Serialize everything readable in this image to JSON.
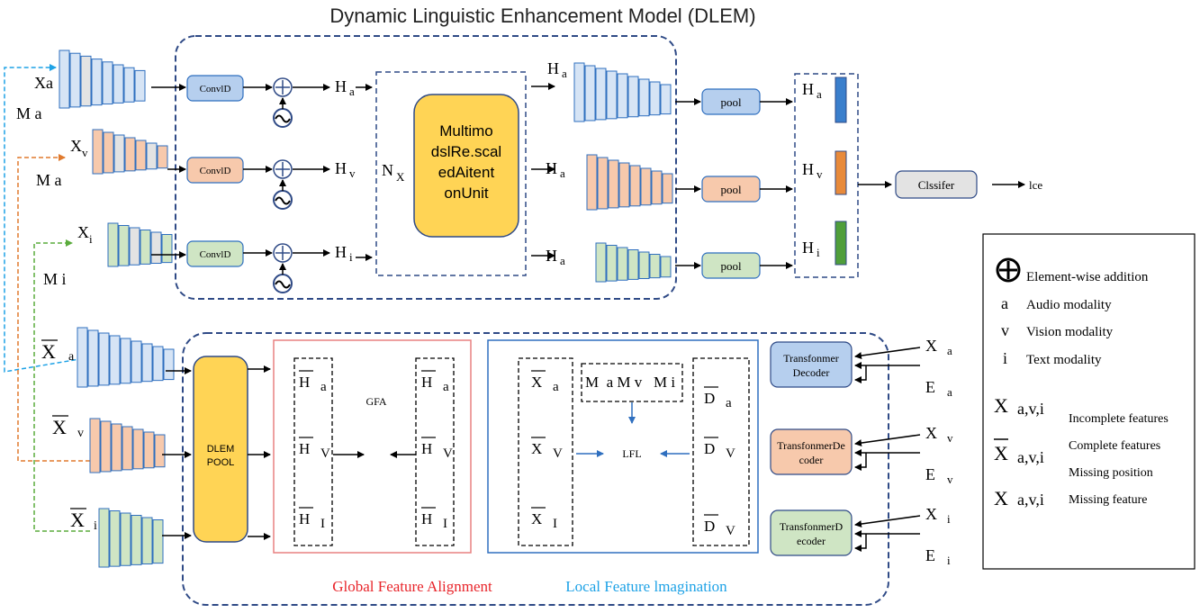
{
  "title": "Dynamic Linguistic Enhancement Model (DLEM)",
  "colors": {
    "blue_fill": "#d6e4f5",
    "blue_dark": "#b6cfee",
    "orange_fill": "#f7c9ac",
    "green_fill": "#cfe5c4",
    "gray_fill": "#e3e3e3",
    "yellow_fill": "#ffd455",
    "frame_blue": "#2f4a86",
    "edge_blue": "#2f6fbf",
    "cyan_line": "#1ea2e6",
    "orange_line": "#e07a2e",
    "green_line": "#5aab3c",
    "red_label": "#e8252b",
    "cyan_label": "#1ea2e6",
    "bar_blue": "#3a7fcc",
    "bar_orange": "#e88a3a",
    "bar_green": "#4f9e3a",
    "gfa_border": "#e88080",
    "lfl_border": "#2f6fbf"
  },
  "inputs": {
    "xa": "Xa",
    "ma_1": "M  a",
    "xv": "X",
    "xv_sub": "v",
    "ma_2": "M  a",
    "xi": "X",
    "xi_sub": "i",
    "mi": "M  i"
  },
  "conv_blocks": [
    "ConvlD",
    "ConvlD",
    "ConvlD"
  ],
  "h_after_conv": [
    {
      "main": "H",
      "sub": "a"
    },
    {
      "main": "H",
      "sub": "v"
    },
    {
      "main": "H",
      "sub": "i"
    }
  ],
  "nx": {
    "main": "N",
    "sub": "X"
  },
  "multimodal_unit": [
    "Multimo",
    "dslRe.scal",
    "edAitent",
    "onUnit"
  ],
  "h_after_unit": [
    {
      "main": "H",
      "sub": "a"
    },
    {
      "main": "H",
      "sub": "a"
    },
    {
      "main": "H",
      "sub": "a"
    }
  ],
  "pool_blocks": [
    "pool",
    "pool",
    "pool"
  ],
  "pooled_labels": [
    {
      "main": "H",
      "sub": "a"
    },
    {
      "main": "H",
      "sub": "v"
    },
    {
      "main": "H",
      "sub": "i"
    }
  ],
  "classifier": "Clssifer",
  "output": "lce",
  "legend": {
    "plus_label": "Element-wise addition",
    "a_sym": "a",
    "a_label": "Audio modality",
    "v_sym": "v",
    "v_label": "Vision modality",
    "i_sym": "i",
    "i_label": "Text modality",
    "x_sym": "X",
    "x_sub": "a,v,i",
    "x_label": "Incomplete features",
    "xbar_sym": "X",
    "xbar_sub": "a,v,i",
    "xbar_label": "Complete features",
    "missing_pos_label": "Missing position",
    "xmiss_sym": "X",
    "xmiss_sub": "a,v,i",
    "xmiss_label": "Missing feature"
  },
  "bottom_inputs": [
    {
      "main": "X",
      "sub": "a"
    },
    {
      "main": "X",
      "sub": "v"
    },
    {
      "main": "X",
      "sub": "i"
    }
  ],
  "dlem_pool": [
    "DLEM",
    "POOL"
  ],
  "gfa": {
    "label": "GFA",
    "left": [
      {
        "main": "H",
        "sub": "a"
      },
      {
        "main": "H",
        "sub": "V"
      },
      {
        "main": "H",
        "sub": "I"
      }
    ],
    "right": [
      {
        "main": "H",
        "sub": "a"
      },
      {
        "main": "H",
        "sub": "V"
      },
      {
        "main": "H",
        "sub": "I"
      }
    ],
    "caption": "Global Feature Alignment"
  },
  "lfl": {
    "label": "LFL",
    "left": [
      {
        "main": "X",
        "sub": "a"
      },
      {
        "main": "X",
        "sub": "V"
      },
      {
        "main": "X",
        "sub": "I"
      }
    ],
    "mask_row": "M  a M v   M i",
    "right": [
      {
        "main": "D",
        "sub": "a"
      },
      {
        "main": "D",
        "sub": "V"
      },
      {
        "main": "D",
        "sub": "V"
      }
    ],
    "caption": "Local Feature lmagination"
  },
  "decoders": [
    [
      "Transfonmer",
      "Decoder"
    ],
    [
      "TransfonmerDe",
      "coder"
    ],
    [
      "TransfonmerD",
      "ecoder"
    ]
  ],
  "decoder_inputs": [
    {
      "x": "X",
      "x_sub": "a",
      "e": "E",
      "e_sub": "a"
    },
    {
      "x": "X",
      "x_sub": "v",
      "e": "E",
      "e_sub": "v"
    },
    {
      "x": "X",
      "x_sub": "i",
      "e": "E",
      "e_sub": "i"
    }
  ]
}
